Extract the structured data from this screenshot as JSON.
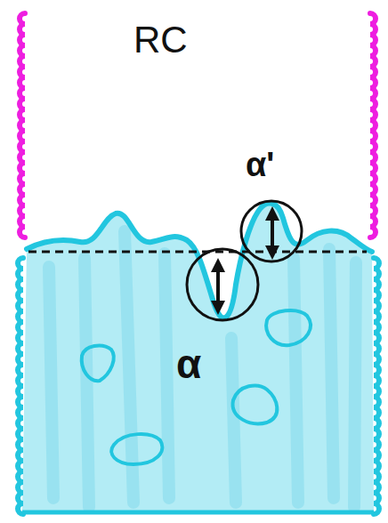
{
  "diagram": {
    "labels": [
      "RC",
      "α'",
      "α"
    ]
  }
}
